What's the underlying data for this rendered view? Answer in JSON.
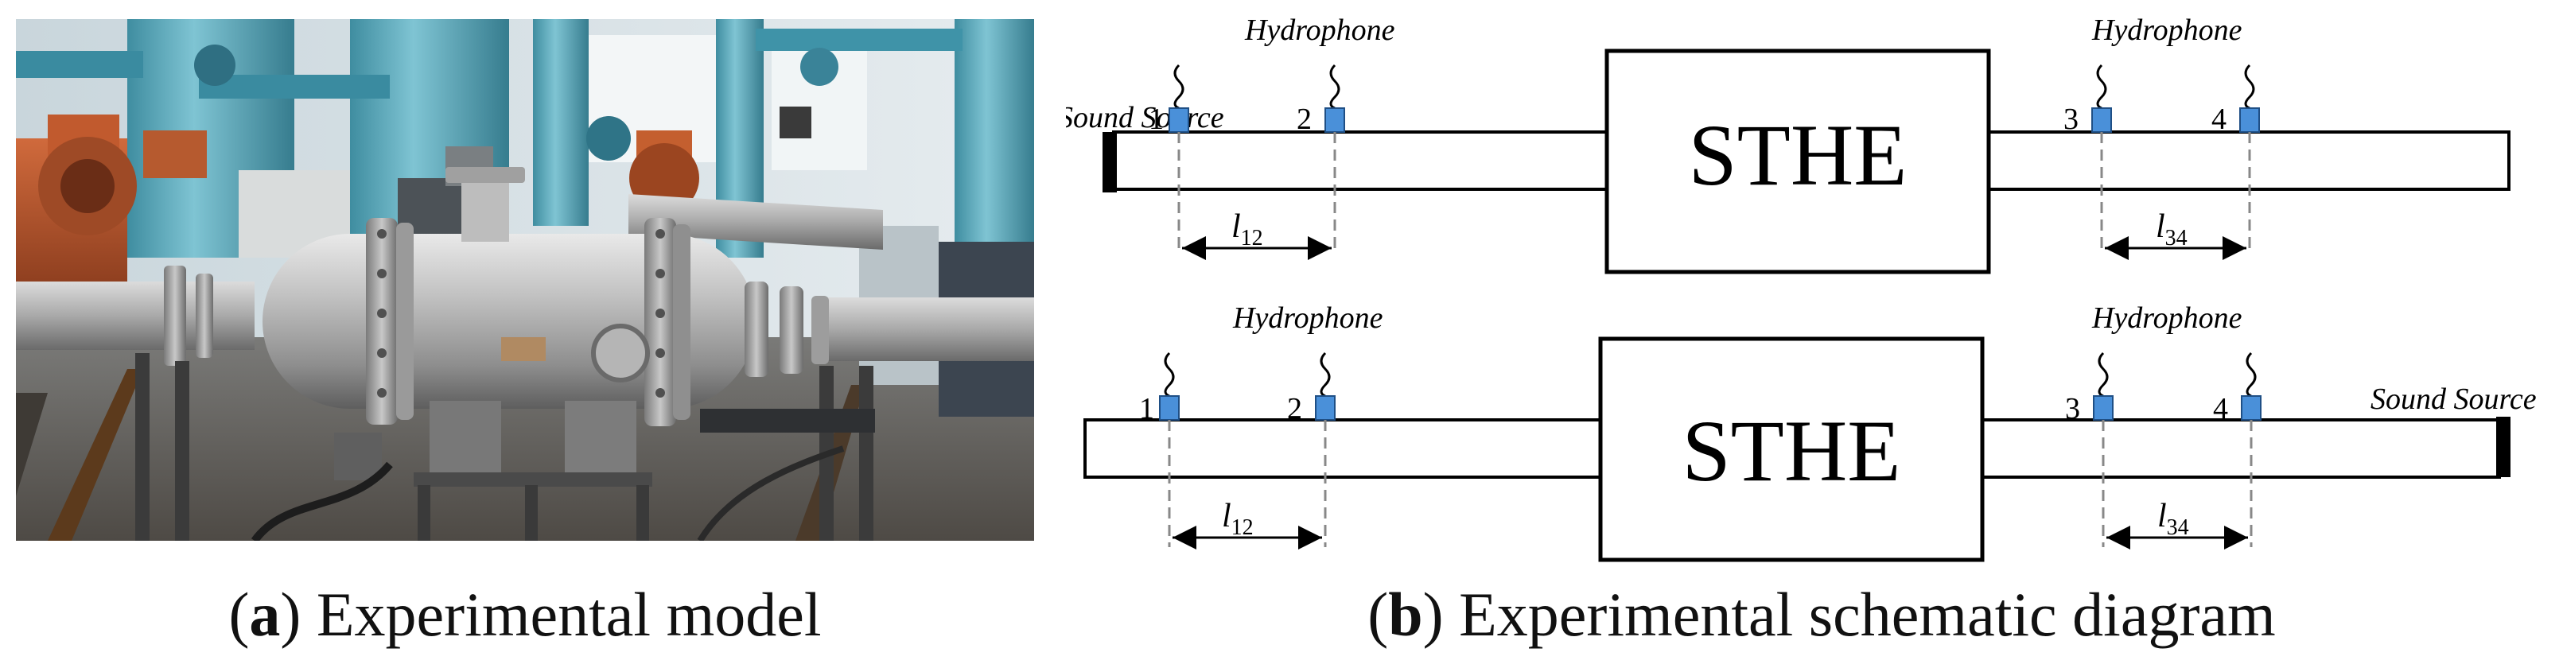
{
  "captions": {
    "a": {
      "paren_open": "(",
      "letter": "a",
      "paren_close": ")",
      "text": " Experimental model"
    },
    "b": {
      "paren_open": "(",
      "letter": "b",
      "paren_close": ")",
      "text": " Experimental schematic diagram"
    }
  },
  "schematic": {
    "top": {
      "box_label": "STHE",
      "hydrophone_label_left": "Hydrophone",
      "hydrophone_label_right": "Hydrophone",
      "sound_source_label": "Sound Source",
      "sensor_numbers": [
        "1",
        "2",
        "3",
        "4"
      ],
      "distance_left": {
        "base": "l",
        "sub": "12"
      },
      "distance_right": {
        "base": "l",
        "sub": "34"
      }
    },
    "bottom": {
      "box_label": "STHE",
      "hydrophone_label_left": "Hydrophone",
      "hydrophone_label_right": "Hydrophone",
      "sound_source_label": "Sound Source",
      "sensor_numbers": [
        "1",
        "2",
        "3",
        "4"
      ],
      "distance_left": {
        "base": "l",
        "sub": "12"
      },
      "distance_right": {
        "base": "l",
        "sub": "34"
      }
    }
  },
  "colors": {
    "sensor": "#4a90d9",
    "sensor_border": "#1f4f85",
    "line": "#000000",
    "dashed": "#888888"
  }
}
